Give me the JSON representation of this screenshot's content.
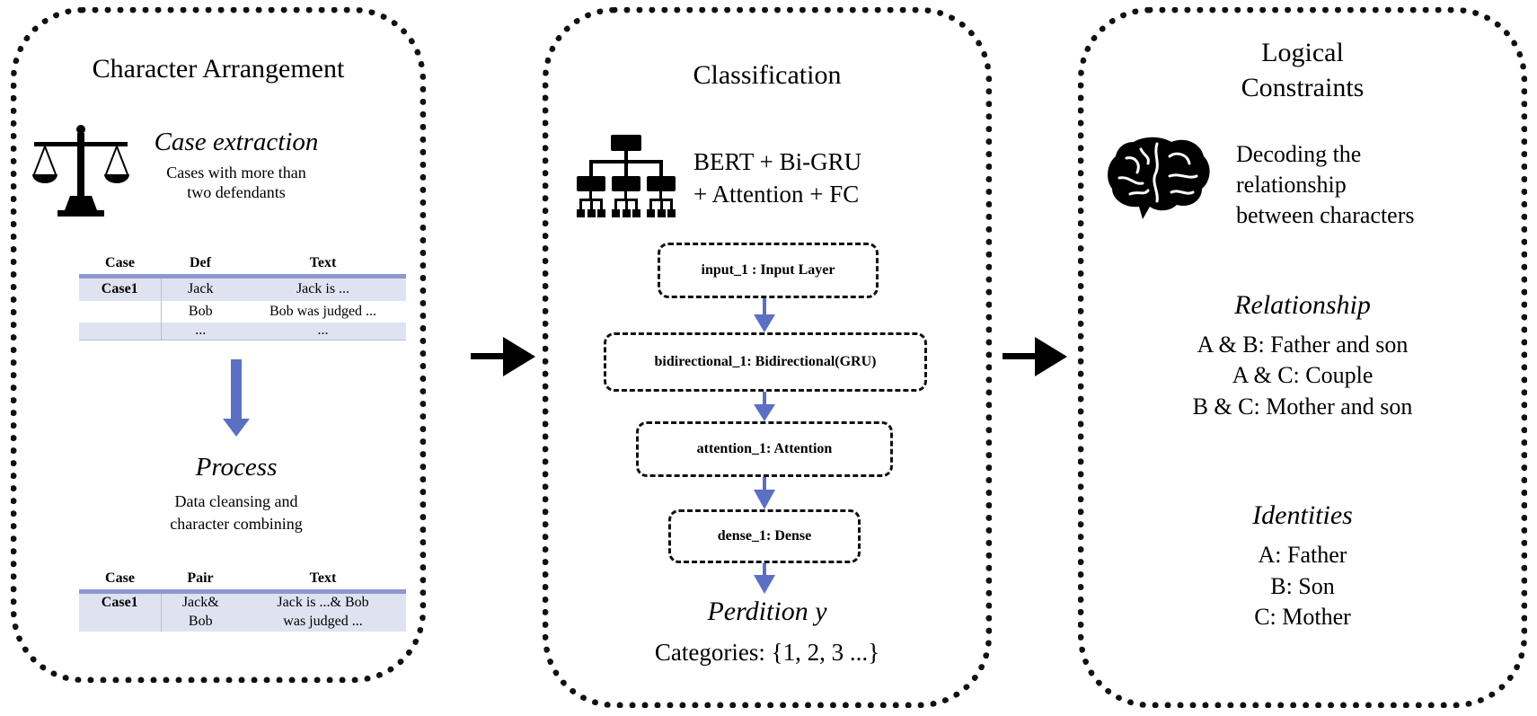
{
  "colors": {
    "accent": "#5b6fc4",
    "table_header_line": "#8e97cf",
    "table_shade": "#dfe3f1"
  },
  "panel1": {
    "title": "Character Arrangement",
    "icon": "scales-of-justice-icon",
    "extraction_heading": "Case extraction",
    "extraction_desc_1": "Cases with more than",
    "extraction_desc_2": "two defendants",
    "table1": {
      "headers": [
        "Case",
        "Def",
        "Text"
      ],
      "rows": [
        [
          "Case1",
          "Jack",
          "Jack is ..."
        ],
        [
          "",
          "Bob",
          "Bob was judged ..."
        ],
        [
          "",
          "...",
          "..."
        ]
      ]
    },
    "process_heading": "Process",
    "process_desc_1": "Data cleansing and",
    "process_desc_2": "character combining",
    "table2": {
      "headers": [
        "Case",
        "Pair",
        "Text"
      ],
      "rows": [
        [
          "Case1",
          "Jack&",
          "Jack is ...& Bob"
        ],
        [
          "",
          "Bob",
          "was judged ..."
        ]
      ]
    }
  },
  "panel2": {
    "title": "Classification",
    "icon": "hierarchy-network-icon",
    "model_line_1": "BERT + Bi-GRU",
    "model_line_2": "+ Attention + FC",
    "layers": [
      "input_1 : Input Layer",
      "bidirectional_1: Bidirectional(GRU)",
      "attention_1: Attention",
      "dense_1: Dense"
    ],
    "prediction_label": "Perdition y",
    "categories": "Categories: {1, 2, 3 ...}"
  },
  "panel3": {
    "title_1": "Logical",
    "title_2": "Constraints",
    "icon": "brain-icon",
    "decoding_1": "Decoding the",
    "decoding_2": "relationship",
    "decoding_3": "between characters",
    "relationship_heading": "Relationship",
    "relationships": [
      "A & B: Father and son",
      "A & C: Couple",
      "B & C: Mother and son"
    ],
    "identities_heading": "Identities",
    "identities": [
      "A: Father",
      "B: Son",
      "C: Mother"
    ]
  }
}
